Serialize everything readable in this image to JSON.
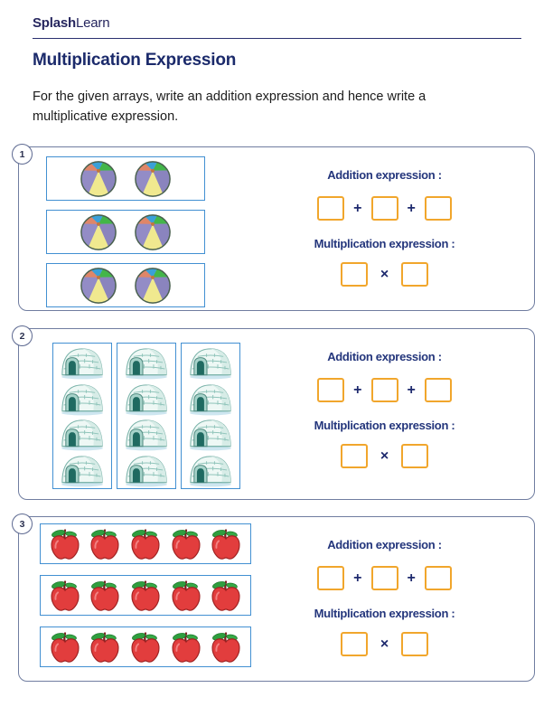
{
  "header": {
    "logo_bold": "Splash",
    "logo_light": "Learn"
  },
  "title": "Multiplication Expression",
  "instructions": "For the given arrays, write an addition expression and hence write a multiplicative expression.",
  "labels": {
    "addition": "Addition expression :",
    "multiplication": "Multiplication expression :",
    "plus": "+",
    "times": "×"
  },
  "problems": [
    {
      "number": "1",
      "item": "beach-ball",
      "orientation": "rows",
      "groups": 3,
      "per_group": 2
    },
    {
      "number": "2",
      "item": "igloo",
      "orientation": "columns",
      "groups": 3,
      "per_group": 4
    },
    {
      "number": "3",
      "item": "apple",
      "orientation": "rows",
      "groups": 3,
      "per_group": 5
    }
  ],
  "colors": {
    "navy_text": "#24367c",
    "title_navy": "#1b2a6b",
    "answer_box_border": "#f1a62c",
    "array_border": "#4290d2",
    "section_border": "#707da0"
  }
}
